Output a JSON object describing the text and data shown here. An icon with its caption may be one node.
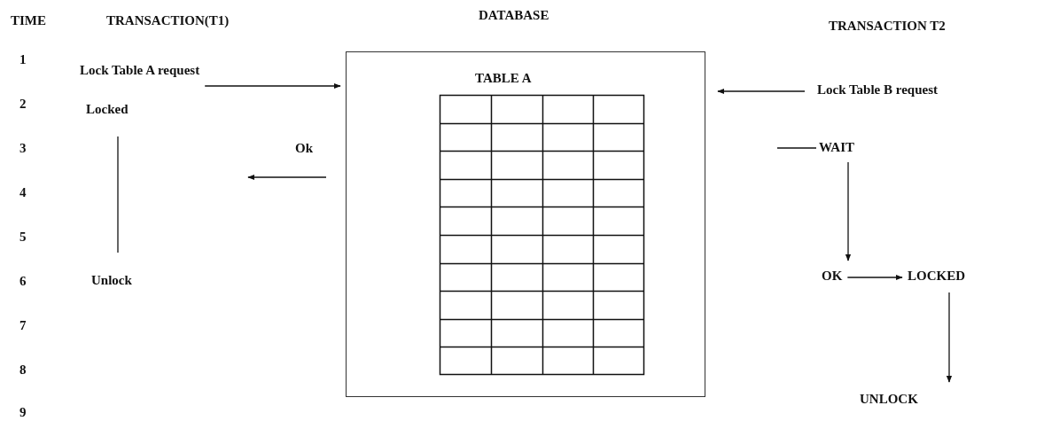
{
  "diagram": {
    "nodes": [
      {
        "text": [
          "DATABASE"
        ]
      },
      {
        "text": [
          "TABLE A"
        ],
        "in": 0
      },
      {
        "text": [
          "Lock  Table A request"
        ]
      },
      {
        "text": [
          "Lock  Table B  request"
        ]
      },
      {
        "text": [
          "Locked"
        ]
      },
      {
        "text": [
          "WAIT"
        ]
      },
      {
        "text": [
          "Unlock"
        ]
      },
      {
        "text": [
          "OK"
        ]
      },
      {
        "text": [
          "LOCKED"
        ]
      },
      {
        "text": [
          "UNLOCK"
        ]
      }
    ],
    "edges": [
      {
        "from": 2,
        "to": 0,
        "arrow": "to"
      },
      {
        "from": 3,
        "to": 0,
        "arrow": "to"
      },
      {
        "from": 0,
        "to": null,
        "arrow": "to",
        "label": "Ok"
      },
      {
        "from": 4,
        "to": 6,
        "arrow": "none"
      },
      {
        "from": 5,
        "to": null,
        "arrow": "none"
      },
      {
        "from": 5,
        "to": 7,
        "arrow": "to"
      },
      {
        "from": 7,
        "to": 8,
        "arrow": "to"
      },
      {
        "from": 8,
        "to": 9,
        "arrow": "to"
      }
    ],
    "labels": [
      "TIME",
      "TRANSACTION(T1)",
      "TRANSACTION T2",
      "1",
      "2",
      "3",
      "4",
      "5",
      "6",
      "7",
      "8",
      "9"
    ]
  }
}
